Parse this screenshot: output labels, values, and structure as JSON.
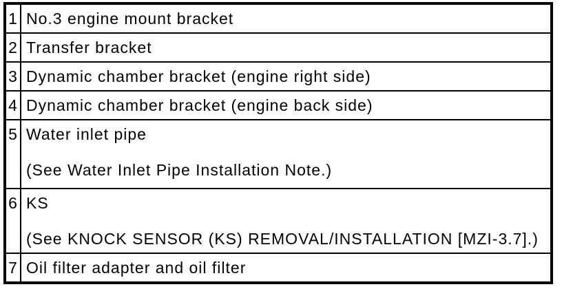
{
  "table": {
    "colors": {
      "border": "#000000",
      "background": "#ffffff",
      "text": "#000000"
    },
    "rows": [
      {
        "num": "1",
        "text": "No.3 engine mount bracket"
      },
      {
        "num": "2",
        "text": "Transfer bracket"
      },
      {
        "num": "3",
        "text": "Dynamic chamber bracket (engine right side)"
      },
      {
        "num": "4",
        "text": "Dynamic chamber bracket (engine back side)"
      },
      {
        "num": "5",
        "text": "Water inlet pipe",
        "note": "(See Water Inlet Pipe Installation Note.)"
      },
      {
        "num": "6",
        "text": "KS",
        "note": "(See KNOCK SENSOR (KS) REMOVAL/INSTALLATION [MZI-3.7].)"
      },
      {
        "num": "7",
        "text": "Oil filter adapter and oil filter"
      }
    ]
  }
}
